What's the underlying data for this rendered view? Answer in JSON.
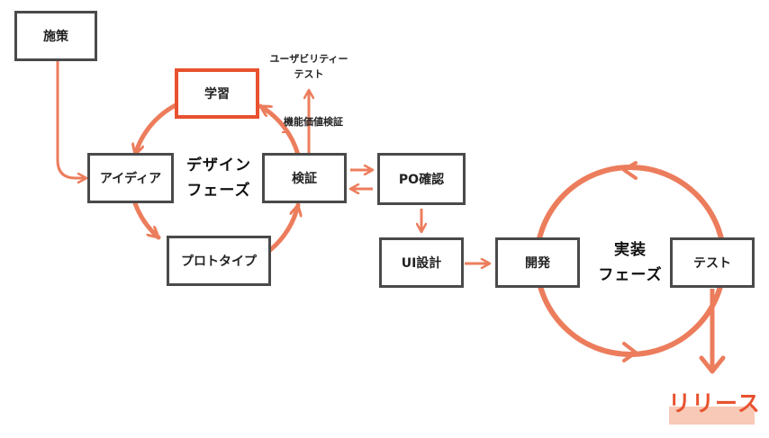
{
  "colors": {
    "accent": "#e8522f",
    "accent_soft": "#f7c9b6",
    "box_border": "#4a4a4a"
  },
  "nodes": {
    "policy": "施策",
    "learning": "学習",
    "idea": "アイディア",
    "prototype": "プロトタイプ",
    "verify": "検証",
    "po_confirm": "PO確認",
    "ui_design": "UI設計",
    "development": "開発",
    "test": "テスト"
  },
  "phases": {
    "design_line1": "デザイン",
    "design_line2": "フェーズ",
    "impl_line1": "実装",
    "impl_line2": "フェーズ"
  },
  "notes": {
    "usability_line1": "ユーザビリティー",
    "usability_line2": "テスト",
    "function_value": "機能価値検証"
  },
  "release": "リリース"
}
